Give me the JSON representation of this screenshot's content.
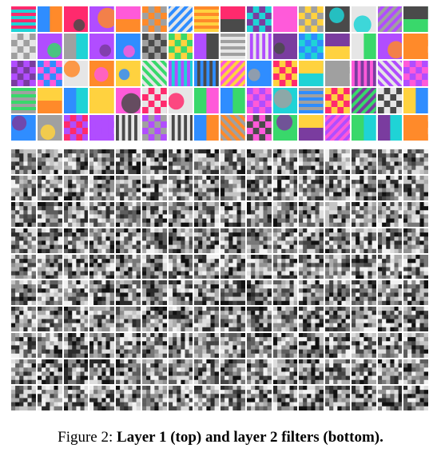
{
  "figure": {
    "caption_label": "Figure 2:",
    "caption_text": "Layer 1 (top) and layer 2 filters (bottom).",
    "panels": [
      {
        "name": "layer-1-filters",
        "rows": 5,
        "cols": 16,
        "color": true
      },
      {
        "name": "layer-2-filters",
        "rows": 10,
        "cols": 16,
        "color": false
      }
    ]
  },
  "colors": {
    "background": "#ffffff",
    "text": "#000000",
    "layer1_palette": [
      "#ff2a6d",
      "#2f8dff",
      "#39d86b",
      "#ffd23f",
      "#b14dff",
      "#ff8a2a",
      "#1fd3d6",
      "#ff5ad9",
      "#a0a0a0",
      "#4a4a4a",
      "#e6e6e6",
      "#7a3c9f"
    ],
    "layer2_palette": [
      "#111111",
      "#2b2b2b",
      "#454545",
      "#5e5e5e",
      "#787878",
      "#919191",
      "#ababab",
      "#c4c4c4",
      "#dedede",
      "#f2f2f2"
    ]
  }
}
